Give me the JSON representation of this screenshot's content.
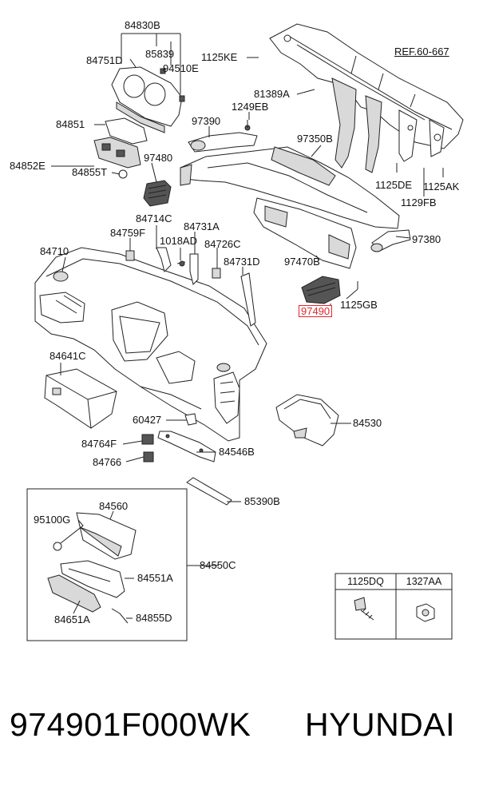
{
  "ref_note": "REF.60-667",
  "labels": [
    {
      "id": "84830B",
      "text": "84830B"
    },
    {
      "id": "85839",
      "text": "85839"
    },
    {
      "id": "84751D",
      "text": "84751D"
    },
    {
      "id": "94510E",
      "text": "94510E"
    },
    {
      "id": "1125KE",
      "text": "1125KE"
    },
    {
      "id": "81389A",
      "text": "81389A"
    },
    {
      "id": "1249EB",
      "text": "1249EB"
    },
    {
      "id": "97390",
      "text": "97390"
    },
    {
      "id": "84851",
      "text": "84851"
    },
    {
      "id": "97350B",
      "text": "97350B"
    },
    {
      "id": "97480",
      "text": "97480"
    },
    {
      "id": "84852E",
      "text": "84852E"
    },
    {
      "id": "84855T",
      "text": "84855T"
    },
    {
      "id": "1125DE",
      "text": "1125DE"
    },
    {
      "id": "1125AK",
      "text": "1125AK"
    },
    {
      "id": "1129FB",
      "text": "1129FB"
    },
    {
      "id": "84714C",
      "text": "84714C"
    },
    {
      "id": "84731A",
      "text": "84731A"
    },
    {
      "id": "84759F",
      "text": "84759F"
    },
    {
      "id": "1018AD",
      "text": "1018AD"
    },
    {
      "id": "84726C",
      "text": "84726C"
    },
    {
      "id": "97380",
      "text": "97380"
    },
    {
      "id": "84710",
      "text": "84710"
    },
    {
      "id": "84731D",
      "text": "84731D"
    },
    {
      "id": "97470B",
      "text": "97470B"
    },
    {
      "id": "97490",
      "text": "97490"
    },
    {
      "id": "1125GB",
      "text": "1125GB"
    },
    {
      "id": "84641C",
      "text": "84641C"
    },
    {
      "id": "84530",
      "text": "84530"
    },
    {
      "id": "60427",
      "text": "60427"
    },
    {
      "id": "84764F",
      "text": "84764F"
    },
    {
      "id": "84546B",
      "text": "84546B"
    },
    {
      "id": "84766",
      "text": "84766"
    },
    {
      "id": "85390B",
      "text": "85390B"
    },
    {
      "id": "84560",
      "text": "84560"
    },
    {
      "id": "95100G",
      "text": "95100G"
    },
    {
      "id": "84550C",
      "text": "84550C"
    },
    {
      "id": "84551A",
      "text": "84551A"
    },
    {
      "id": "84651A",
      "text": "84651A"
    },
    {
      "id": "84855D",
      "text": "84855D"
    }
  ],
  "legend": {
    "col1": "1125DQ",
    "col2": "1327AA"
  },
  "footer": {
    "part_number": "974901F000WK",
    "brand": "HYUNDAI"
  },
  "colors": {
    "highlight": "#e0262e",
    "line": "#222222"
  }
}
